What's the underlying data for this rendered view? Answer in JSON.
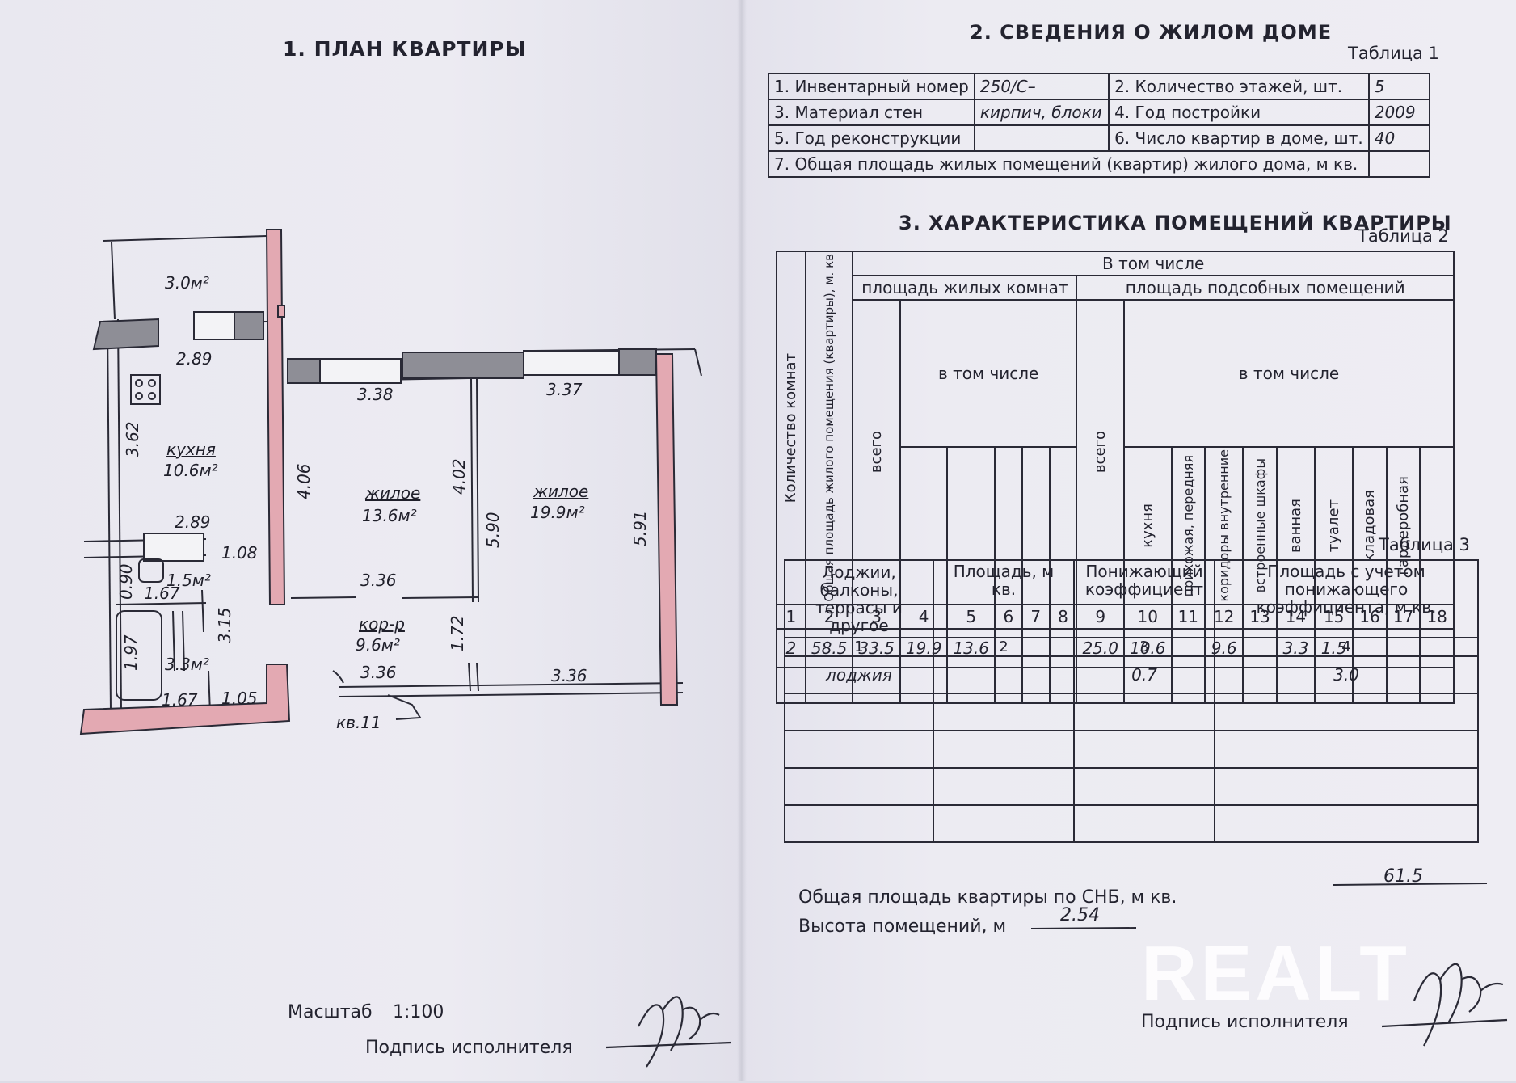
{
  "plan": {
    "title": "1. ПЛАН КВАРТИРЫ",
    "balcony_area": "3.0м²",
    "kitchen_name": "кухня",
    "kitchen_area": "10.6м²",
    "room1_name": "жилое",
    "room1_area": "13.6м²",
    "room2_name": "жилое",
    "room2_area": "19.9м²",
    "corridor_name": "кор-р",
    "corridor_area": "9.6м²",
    "toilet_area": "1.5м²",
    "bath_area": "3.3м²",
    "apartment_label": "кв.11",
    "dims": {
      "d289a": "2.89",
      "d362": "3.62",
      "d289b": "2.89",
      "d108": "1.08",
      "d090": "0.90",
      "d167a": "1.67",
      "d315": "3.15",
      "d197": "1.97",
      "d167b": "1.67",
      "d105": "1.05",
      "d338": "3.38",
      "d337": "3.37",
      "d406": "4.06",
      "d402": "4.02",
      "d590": "5.90",
      "d591": "5.91",
      "d336a": "3.36",
      "d172": "1.72",
      "d336b": "3.36",
      "d336c": "3.36"
    },
    "scale_label": "Масштаб",
    "scale_value": "1:100",
    "signature_label": "Подпись исполнителя"
  },
  "house": {
    "title": "2. СВЕДЕНИЯ О ЖИЛОМ ДОМЕ",
    "table_caption": "Таблица 1",
    "rows": [
      {
        "label": "1. Инвентарный номер",
        "value": "250/С–",
        "label2": "2. Количество этажей, шт.",
        "value2": "5"
      },
      {
        "label": "3. Материал стен",
        "value": "кирпич, блоки",
        "label2": "4. Год постройки",
        "value2": "2009"
      },
      {
        "label": "5. Год реконструкции",
        "value": "",
        "label2": "6. Число квартир в доме, шт.",
        "value2": "40"
      }
    ],
    "total_label": "7. Общая площадь жилых помещений (квартир) жилого дома, м кв.",
    "total_value": ""
  },
  "rooms": {
    "title": "3. ХАРАКТЕРИСТИКА ПОМЕЩЕНИЙ КВАРТИРЫ",
    "table_caption": "Таблица 2",
    "head_including": "В том числе",
    "head_living": "площадь жилых комнат",
    "head_aux": "площадь подсобных помещений",
    "head_incl_sub": "в том числе",
    "head_incl_sub2": "в том числе",
    "col_count": "Количество комнат",
    "col_total_area": "Общая площадь жилого помещения (квартиры), м. кв",
    "col_all": "всего",
    "col_aux_all": "всего",
    "aux_cols": [
      "кухня",
      "прихожая, передняя",
      "коридоры внутренние",
      "встроенные шкафы",
      "ванная",
      "туалет",
      "кладовая",
      "гардеробная"
    ],
    "col_numbers": [
      "1",
      "2",
      "3",
      "4",
      "5",
      "6",
      "7",
      "8",
      "9",
      "10",
      "11",
      "12",
      "13",
      "14",
      "15",
      "16",
      "17",
      "18"
    ],
    "row_values": [
      "2",
      "58.5",
      "33.5",
      "19.9",
      "13.6",
      "",
      "",
      "",
      "25.0",
      "10.6",
      "",
      "9.6",
      "",
      "3.3",
      "1.5",
      "",
      "",
      ""
    ]
  },
  "loggias": {
    "table_caption": "Таблица 3",
    "headers": [
      "Лоджии, балконы, террасы и другое",
      "Площадь, м кв.",
      "Понижающий коэффициент",
      "Площадь с учетом понижающего коэффициента, м кв."
    ],
    "col_numbers": [
      "1",
      "2",
      "3",
      "4"
    ],
    "rows": [
      [
        "лоджия",
        "",
        "0.7",
        "3.0"
      ],
      [
        "",
        "",
        "",
        ""
      ],
      [
        "",
        "",
        "",
        ""
      ],
      [
        "",
        "",
        "",
        ""
      ],
      [
        "",
        "",
        "",
        ""
      ]
    ]
  },
  "summary": {
    "total_area_label": "Общая площадь квартиры по СНБ, м кв.",
    "total_area_value": "61.5",
    "height_label": "Высота помещений, м",
    "height_value": "2.54",
    "signature_label": "Подпись исполнителя"
  },
  "watermark": "REALT",
  "colors": {
    "wall": "#e3a9b2",
    "wall_outline": "#2a2a36",
    "window": "#8e8e96",
    "paper": "#ecebf2"
  }
}
